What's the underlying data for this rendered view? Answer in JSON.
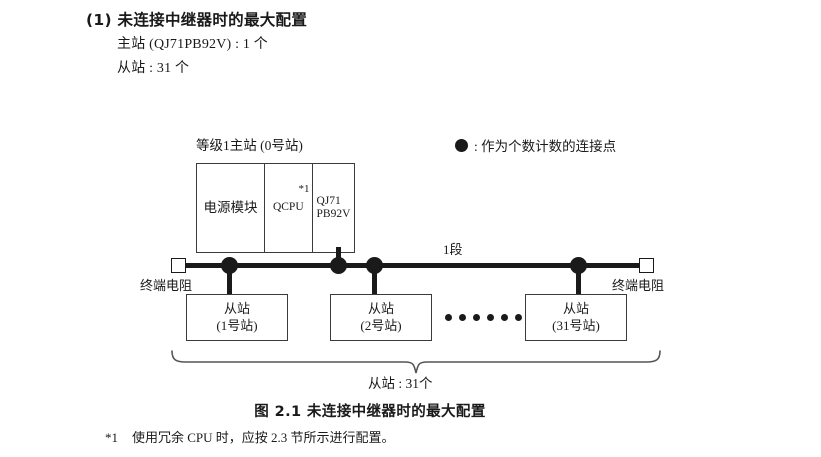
{
  "heading": {
    "title": "(1) 未连接中继器时的最大配置",
    "spec_master": "主站 (QJ71PB92V) : 1 个",
    "spec_slave": "从站 : 31 个"
  },
  "legend": {
    "symbol": "filled-circle",
    "text": ": 作为个数计数的连接点"
  },
  "diagram": {
    "rack_caption": "等级1主站 (0号站)",
    "rack_cells": [
      {
        "label": "电源模块"
      },
      {
        "label": "QCPU",
        "footnote_mark": "*1"
      },
      {
        "label": "QJ71\nPB92V"
      }
    ],
    "bus_segment_label": "1段",
    "terminator_left_label": "终端电阻",
    "terminator_right_label": "终端电阻",
    "slaves": [
      {
        "name": "从站",
        "station": "(1号站)"
      },
      {
        "name": "从站",
        "station": "(2号站)"
      },
      {
        "name": "从站",
        "station": "(31号站)"
      }
    ],
    "ellipsis_count": 6,
    "brace_label": "从站 : 31个"
  },
  "figure_caption": "图 2.1  未连接中继器时的最大配置",
  "footnote": {
    "mark": "*1",
    "text": "使用冗余 CPU 时，应按 2.3 节所示进行配置。"
  },
  "colors": {
    "ink": "#1a1a1a",
    "box_stroke": "#3b3b3b",
    "page_bg": "#ffffff"
  }
}
